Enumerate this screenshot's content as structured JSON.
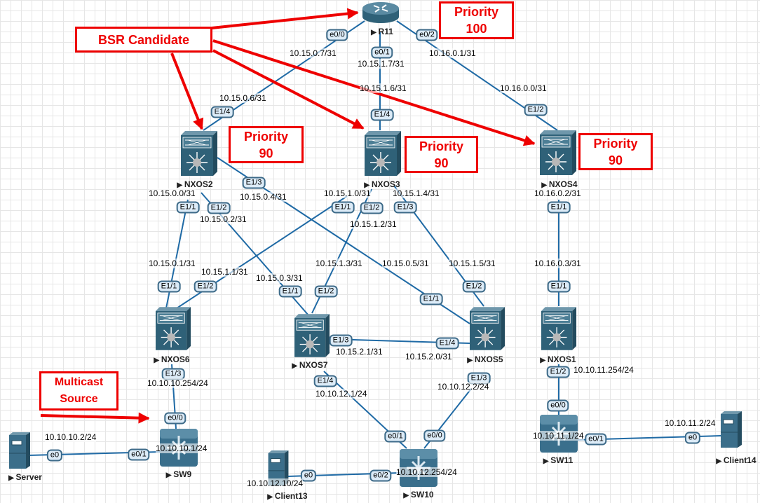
{
  "devices": [
    "R11",
    "NXOS2",
    "NXOS3",
    "NXOS4",
    "NXOS6",
    "NXOS7",
    "NXOS5",
    "NXOS1",
    "SW9",
    "SW10",
    "SW11",
    "Server",
    "Client13",
    "Client14"
  ],
  "ports": [
    "e0/0",
    "e0/1",
    "e0/2",
    "E1/4",
    "E1/4",
    "E1/2",
    "E1/3",
    "E1/1",
    "E1/2",
    "E1/1",
    "E1/2",
    "E1/3",
    "E1/1",
    "E1/1",
    "E1/2",
    "E1/1",
    "E1/2",
    "E1/1",
    "E1/2",
    "E1/1",
    "E1/3",
    "E1/4",
    "E1/3",
    "E1/4",
    "E1/3",
    "E1/2",
    "e0/0",
    "e0/1",
    "e0",
    "e0/1",
    "e0/0",
    "e0/2",
    "e0",
    "e0/0",
    "e0/1",
    "e0"
  ],
  "ips": [
    "10.15.0.7/31",
    "10.15.1.7/31",
    "10.16.0.1/31",
    "10.15.0.6/31",
    "10.15.1.6/31",
    "10.16.0.0/31",
    "10.15.0.0/31",
    "10.15.0.4/31",
    "10.15.1.0/31",
    "10.15.1.4/31",
    "10.16.0.2/31",
    "10.15.0.2/31",
    "10.15.1.2/31",
    "10.15.0.1/31",
    "10.15.1.1/31",
    "10.15.0.3/31",
    "10.15.1.3/31",
    "10.15.0.5/31",
    "10.15.1.5/31",
    "10.16.0.3/31",
    "10.15.2.1/31",
    "10.15.2.0/31",
    "10.10.10.254/24",
    "10.10.12.1/24",
    "10.10.12.2/24",
    "10.10.11.254/24",
    "10.10.10.2/24",
    "10.10.10.1/24",
    "10.10.12.10/24",
    "10.10.12.254/24",
    "10.10.11.1/24",
    "10.10.11.2/24"
  ],
  "annotations": {
    "bsr": "BSR Candidate",
    "r11_priority": [
      "Priority",
      "100"
    ],
    "nxos2_priority": [
      "Priority",
      "90"
    ],
    "nxos3_priority": [
      "Priority",
      "90"
    ],
    "nxos4_priority": [
      "Priority",
      "90"
    ],
    "multicast": [
      "Multicast",
      "Source"
    ]
  },
  "colors": {
    "link": "#1f6aa5",
    "annotation": "#ee0000",
    "device": "#3b6e8a"
  }
}
